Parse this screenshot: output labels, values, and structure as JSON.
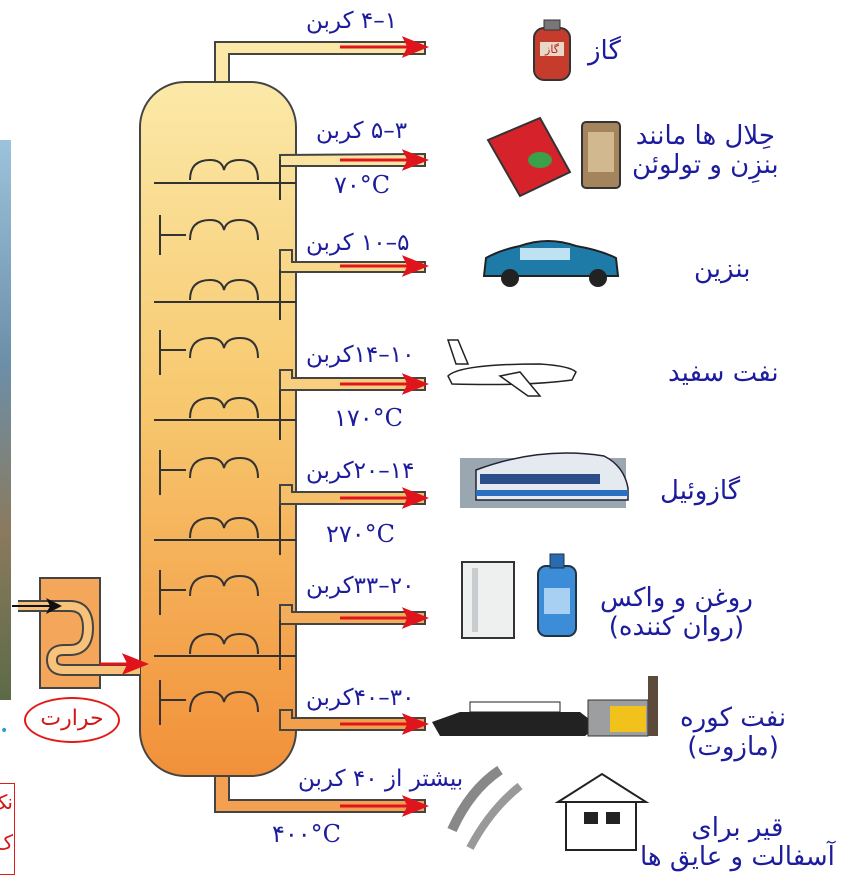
{
  "products": [
    {
      "name": "گاز",
      "carbon": "۱–۴ کربن",
      "icon": "gas-cylinder-icon",
      "cylinder_text": "گاز"
    },
    {
      "name_lines": [
        "حِلال ها مانند",
        "بنزِن و تولوئن"
      ],
      "carbon": "۳–۵ کربن",
      "icon": "solvent-can-icon"
    },
    {
      "name": "بنزین",
      "carbon": "۵–۱۰ کربن",
      "icon": "car-icon"
    },
    {
      "name": "نفت سفید",
      "carbon": "۱۰–۱۴کربن",
      "icon": "airplane-icon"
    },
    {
      "name": "گازوئیل",
      "carbon": "۱۴–۲۰کربن",
      "icon": "train-icon"
    },
    {
      "name_lines": [
        "روغن و واکس",
        "(روان کننده)"
      ],
      "carbon": "۲۰–۳۳کربن",
      "icon": "oil-bottle-icon"
    },
    {
      "name_lines": [
        "نفت کوره",
        "(مازوت)"
      ],
      "carbon": "۳۰–۴۰کربن",
      "icon": "ship-factory-icon"
    },
    {
      "name_lines": [
        "قیر برای",
        "آسفالت و عایق ها"
      ],
      "carbon": "بیشتر از ۴۰ کربن",
      "icon": "house-road-icon"
    }
  ],
  "temperatures": [
    "۷۰°C",
    "۱۷۰°C",
    "۲۷۰°C",
    "۴۰۰°C"
  ],
  "heat_label": "حرارت",
  "side_note": [
    "نک",
    "ک"
  ],
  "colors": {
    "tower_top": "#fbe7a6",
    "tower_bottom": "#f2933c",
    "arrow": "#e0141c",
    "label": "#1c1c9c",
    "outline": "#333333"
  }
}
